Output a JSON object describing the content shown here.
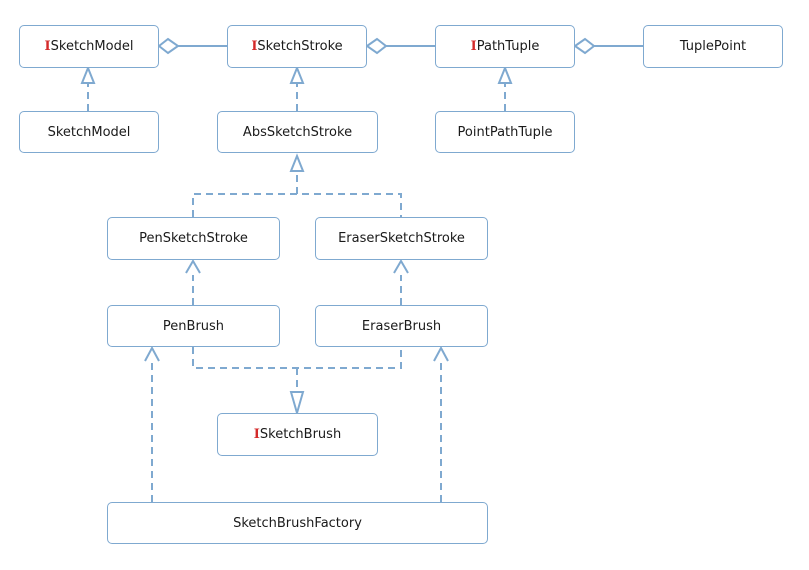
{
  "colors": {
    "line": "#7fa9d0",
    "interface_marker": "#d42a2a",
    "text": "#1a1a1a"
  },
  "nodes": {
    "isketch_model": {
      "marker": "I",
      "label": "SketchModel"
    },
    "isketch_stroke": {
      "marker": "I",
      "label": "SketchStroke"
    },
    "ipath_tuple": {
      "marker": "I",
      "label": "PathTuple"
    },
    "tuple_point": {
      "label": "TuplePoint"
    },
    "sketch_model": {
      "label": "SketchModel"
    },
    "abs_sketch_stroke": {
      "label": "AbsSketchStroke"
    },
    "point_path_tuple": {
      "label": "PointPathTuple"
    },
    "pen_sketch_stroke": {
      "label": "PenSketchStroke"
    },
    "eraser_sketch_stroke": {
      "label": "EraserSketchStroke"
    },
    "pen_brush": {
      "label": "PenBrush"
    },
    "eraser_brush": {
      "label": "EraserBrush"
    },
    "isketch_brush": {
      "marker": "I",
      "label": "SketchBrush"
    },
    "sketch_brush_factory": {
      "label": "SketchBrushFactory"
    }
  }
}
